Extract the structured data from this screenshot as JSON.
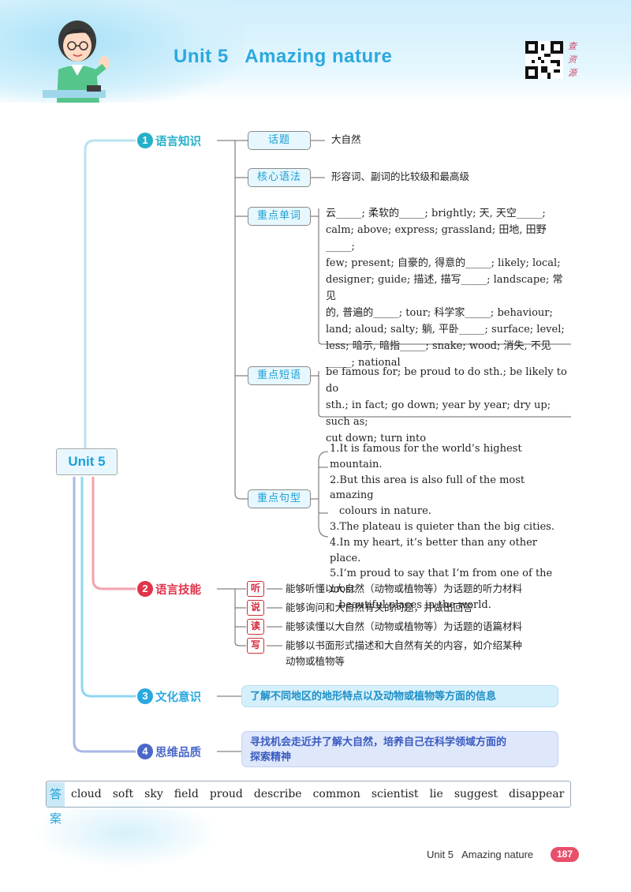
{
  "header": {
    "title": "Unit 5   Amazing nature",
    "qr_label": "查资源"
  },
  "center_node": "Unit 5",
  "categories": [
    {
      "num": "1",
      "label": "语言知识",
      "color": "#25b0c8"
    },
    {
      "num": "2",
      "label": "语言技能",
      "color": "#e0334a"
    },
    {
      "num": "3",
      "label": "文化意识",
      "color": "#2aa8e0"
    },
    {
      "num": "4",
      "label": "思维品质",
      "color": "#4a68c8"
    }
  ],
  "knowledge": {
    "topic": {
      "tag": "话题",
      "text": "大自然"
    },
    "grammar": {
      "tag": "核心语法",
      "text": "形容词、副词的比较级和最高级"
    },
    "words": {
      "tag": "重点单词",
      "lines": [
        "云_____; 柔软的_____; brightly; 天, 天空_____;",
        "calm; above; express; grassland; 田地, 田野_____;",
        "few; present; 自豪的, 得意的_____; likely; local;",
        "designer; guide; 描述, 描写_____; landscape; 常见",
        "的, 普遍的_____; tour; 科学家_____; behaviour;",
        "land; aloud; salty; 躺, 平卧_____; surface; level;",
        "less; 暗示, 暗指_____; snake; wood; 消失, 不见",
        "_____; national"
      ]
    },
    "phrases": {
      "tag": "重点短语",
      "lines": [
        "be famous for; be proud to do sth.; be likely to do",
        "sth.; in fact; go down; year by year; dry up; such as;",
        "cut down; turn into"
      ]
    },
    "sentences": {
      "tag": "重点句型",
      "lines": [
        "1.It is famous for the world’s highest mountain.",
        "2.But this area is also full of the most amazing",
        "colours in nature.",
        "3.The plateau is quieter than the big cities.",
        "4.In my heart, it’s better than any other place.",
        "5.I’m proud to say that I’m from one of the most",
        "beautiful places in the world."
      ]
    }
  },
  "skills": [
    {
      "tag": "听",
      "text": "能够听懂以大自然（动物或植物等）为话题的听力材料"
    },
    {
      "tag": "说",
      "text": "能够询问和大自然有关的问题，并做出回答"
    },
    {
      "tag": "读",
      "text": "能够读懂以大自然（动物或植物等）为话题的语篇材料"
    },
    {
      "tag": "写",
      "text": "能够以书面形式描述和大自然有关的内容，如介绍某种",
      "text2": "动物或植物等"
    }
  ],
  "culture": "了解不同地区的地形特点以及动物或植物等方面的信息",
  "thinking": {
    "line1": "寻找机会走近并了解大自然，培养自己在科学领域方面的",
    "line2": "探索精神"
  },
  "answers": {
    "label": "答案",
    "words": [
      "cloud",
      "soft",
      "sky",
      "field",
      "proud",
      "describe",
      "common",
      "scientist",
      "lie",
      "suggest",
      "disappear"
    ]
  },
  "footer": {
    "text": "Unit 5   Amazing nature",
    "page": "187"
  }
}
